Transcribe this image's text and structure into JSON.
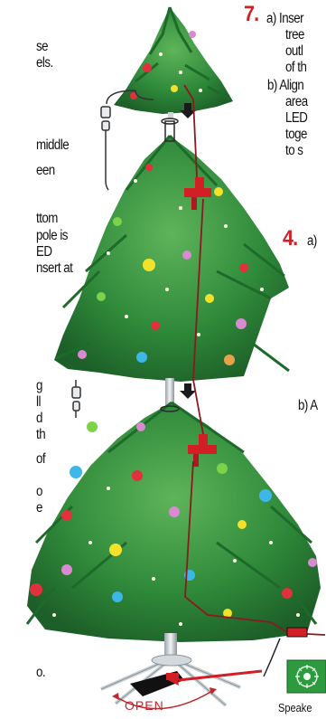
{
  "left_column": [
    "se",
    "els.",
    "middle",
    "een",
    "ttom",
    "pole is",
    "ED",
    "nsert at",
    "g",
    "ll",
    "d",
    "th",
    "of",
    "o",
    "e",
    "o."
  ],
  "step7": {
    "number": "7.",
    "lines": [
      "a) Inser",
      "tree",
      "outl",
      "of th",
      "b) Align",
      "area",
      "LED",
      "toge",
      "to s"
    ]
  },
  "step4": {
    "number": "4.",
    "a": "a)",
    "b": "b) A"
  },
  "labels": {
    "open": "OPEN",
    "speaker": "Speake"
  },
  "colors": {
    "accent_red": "#d21f26",
    "tree_green": "#2f8a3a",
    "speaker_green": "#2e9a3e"
  }
}
